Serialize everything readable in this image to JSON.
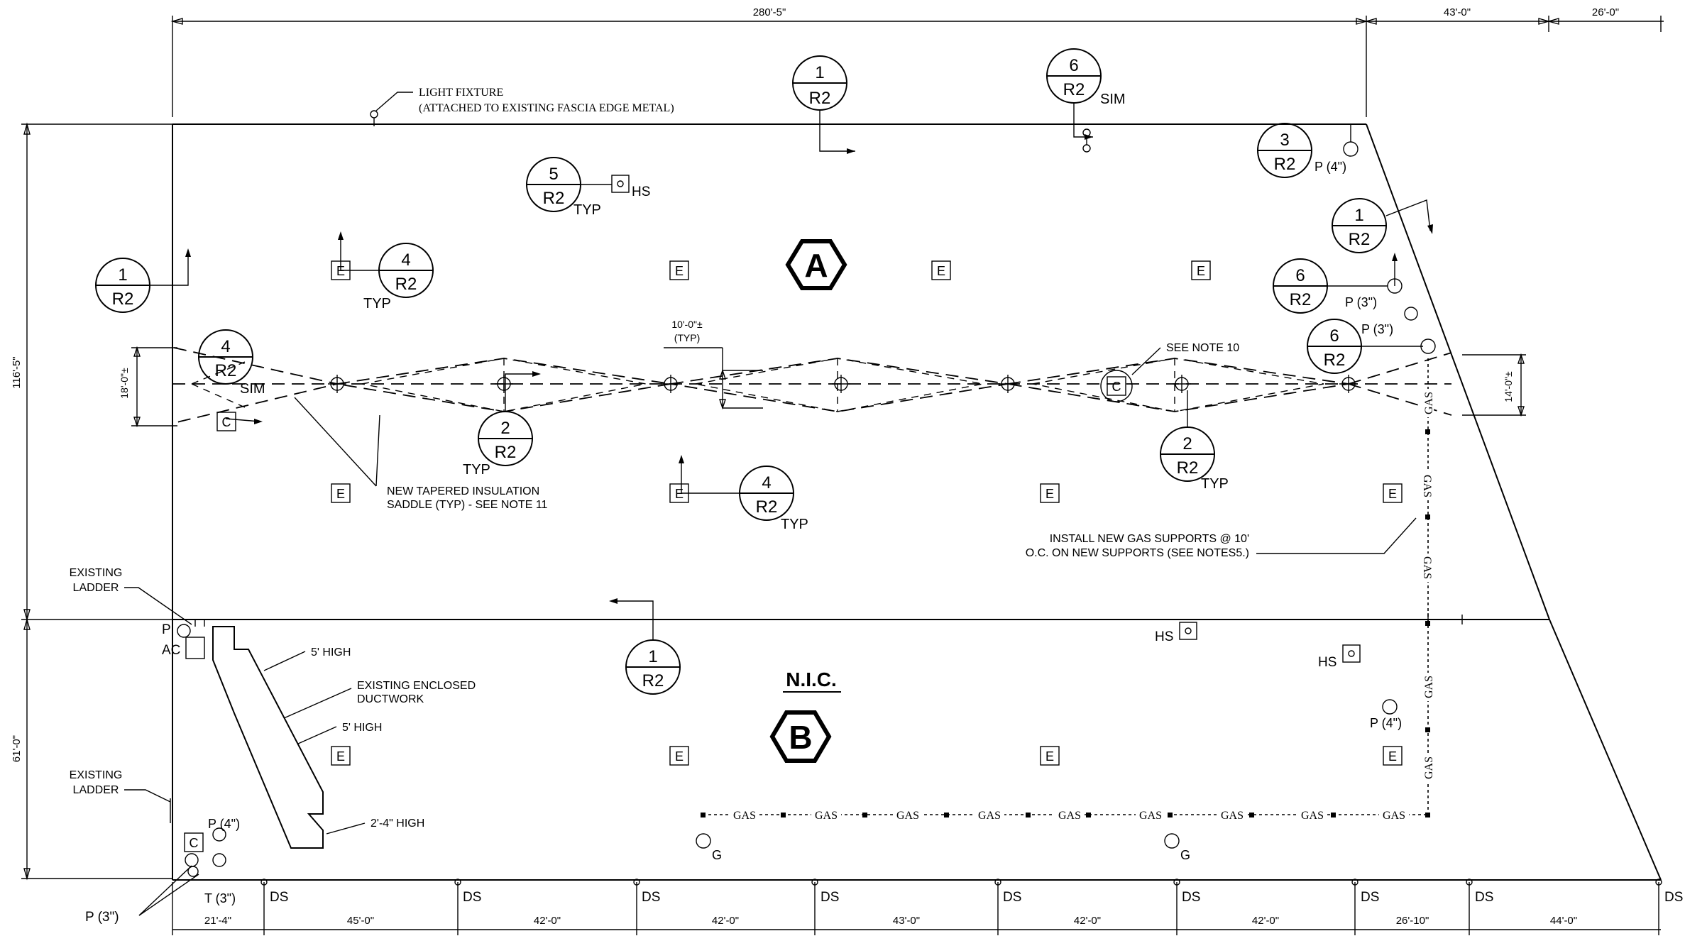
{
  "dimensions": {
    "top": [
      "280'-5\"",
      "43'-0\"",
      "26'-0\""
    ],
    "left_total": "116'-5\"",
    "left_lower": "61'-0\"",
    "saddle_left": "18'-0\"±",
    "saddle_right": "14'-0\"±",
    "typ_spacing": "10'-0\"±",
    "typ_spacing_sub": "(TYP)",
    "bottom": [
      "21'-4\"",
      "45'-0\"",
      "42'-0\"",
      "42'-0\"",
      "43'-0\"",
      "42'-0\"",
      "42'-0\"",
      "26'-10\"",
      "44'-0\""
    ]
  },
  "areas": {
    "a_label": "A",
    "b_label": "B",
    "nic": "N.I.C."
  },
  "callouts": [
    {
      "num": "1",
      "sheet": "R2"
    },
    {
      "num": "6",
      "sheet": "R2",
      "note": "SIM"
    },
    {
      "num": "3",
      "sheet": "R2"
    },
    {
      "num": "5",
      "sheet": "R2",
      "note": "TYP"
    },
    {
      "num": "1",
      "sheet": "R2"
    },
    {
      "num": "4",
      "sheet": "R2",
      "note": "TYP"
    },
    {
      "num": "1",
      "sheet": "R2"
    },
    {
      "num": "6",
      "sheet": "R2"
    },
    {
      "num": "4",
      "sheet": "R2",
      "note": "SIM"
    },
    {
      "num": "6",
      "sheet": "R2"
    },
    {
      "num": "2",
      "sheet": "R2",
      "note": "TYP"
    },
    {
      "num": "2",
      "sheet": "R2",
      "note": "TYP"
    },
    {
      "num": "4",
      "sheet": "R2",
      "note": "TYP"
    },
    {
      "num": "1",
      "sheet": "R2"
    }
  ],
  "notes": {
    "light_fixture_1": "LIGHT FIXTURE",
    "light_fixture_2": "(ATTACHED TO EXISTING FASCIA EDGE METAL)",
    "see_note_10": "SEE NOTE 10",
    "saddle_1": "NEW TAPERED INSULATION",
    "saddle_2": "SADDLE (TYP) - SEE NOTE 11",
    "gas_support_1": "INSTALL NEW GAS SUPPORTS @ 10'",
    "gas_support_2": "O.C. ON NEW SUPPORTS (SEE NOTES5.)",
    "ladder_1a": "EXISTING",
    "ladder_1b": "LADDER",
    "ladder_2a": "EXISTING",
    "ladder_2b": "LADDER",
    "five_high_1": "5' HIGH",
    "duct_1": "EXISTING ENCLOSED",
    "duct_2": "DUCTWORK",
    "five_high_2": "5' HIGH",
    "two_four_high": "2'-4\" HIGH"
  },
  "symbols": {
    "exhaust": "E",
    "curb": "C",
    "hs": "HS",
    "p": "P",
    "ac": "AC",
    "p4": "P (4\")",
    "p3": "P (3\")",
    "t3": "T (3\")",
    "g": "G",
    "gas": "GAS",
    "ds": "DS"
  }
}
